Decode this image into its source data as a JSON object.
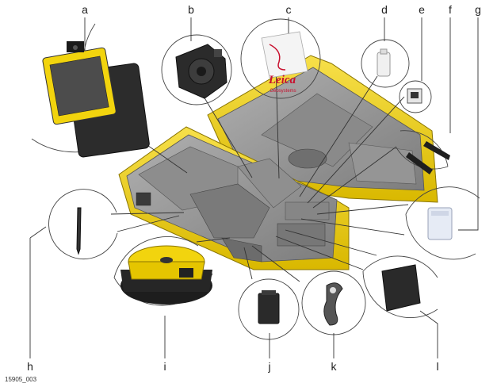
{
  "figure": {
    "id": "15905_003",
    "case_color": "#f2d40e",
    "foam_color": "#9b9b9b"
  },
  "labels": {
    "a": "a",
    "b": "b",
    "c": "c",
    "d": "d",
    "e": "e",
    "f": "f",
    "g": "g",
    "h": "h",
    "i": "i",
    "j": "j",
    "k": "k",
    "l": "l"
  },
  "items": {
    "booklet_brand": "Leica",
    "booklet_subtitle": "Geosystems"
  }
}
